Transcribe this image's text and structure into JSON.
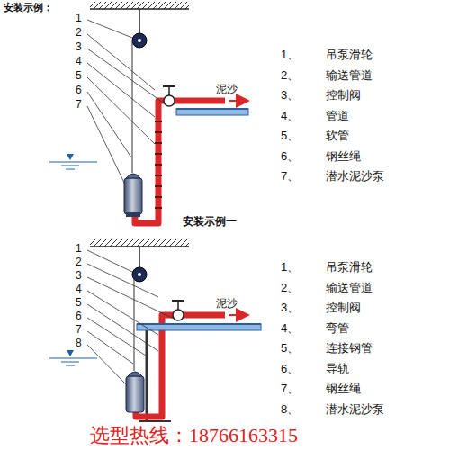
{
  "diagram": {
    "title": "安装示例：",
    "labels": [
      "1",
      "2",
      "3",
      "4",
      "5",
      "6",
      "7",
      "泥沙",
      "1、",
      "吊泵滑轮",
      "2、",
      "输送管道",
      "3、",
      "控制阀",
      "4、",
      "管道",
      "5、",
      "软管",
      "6、",
      "钢丝绳",
      "7、",
      "潜水泥沙泵",
      "安装示例一",
      "1",
      "2",
      "3",
      "4",
      "5",
      "6",
      "7",
      "8",
      "泥沙",
      "1、",
      "吊泵滑轮",
      "2、",
      "输送管道",
      "3、",
      "控制阀",
      "4、",
      "弯管",
      "5、",
      "连接钢管",
      "6、",
      "导轨",
      "7、",
      "钢丝绳",
      "8、",
      "潜水泥沙泵",
      "选型热线：18766163315"
    ]
  }
}
